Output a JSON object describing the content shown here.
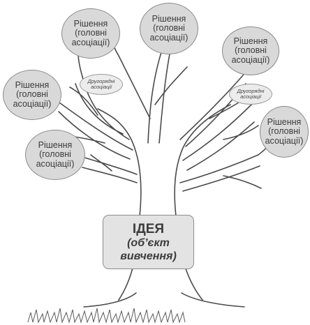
{
  "tree": {
    "idea": {
      "title": "ІДЕЯ",
      "line2": "(об’єкт",
      "line3": "вивчення)"
    },
    "main_associations": [
      {
        "line1": "Рішення",
        "line2": "(головні",
        "line3": "асоціації)"
      },
      {
        "line1": "Рішення",
        "line2": "(головні",
        "line3": "асоціації)"
      },
      {
        "line1": "Рішення",
        "line2": "(головні",
        "line3": "асоціації)"
      },
      {
        "line1": "Рішення",
        "line2": "(головні",
        "line3": "асоціації)"
      },
      {
        "line1": "Рішення",
        "line2": "(головні",
        "line3": "асоціації)"
      },
      {
        "line1": "Рішення",
        "line2": "(головні",
        "line3": "асоціації)"
      }
    ],
    "secondary_associations": [
      {
        "line1": "Другорядні",
        "line2": "асоціації"
      },
      {
        "line1": "Другорядні",
        "line2": "асоціації"
      }
    ],
    "colors": {
      "node_fill": "#d9d9d9",
      "node_border": "#8a8a8a",
      "tree_line": "#444444",
      "text": "#3a3a3a"
    }
  }
}
